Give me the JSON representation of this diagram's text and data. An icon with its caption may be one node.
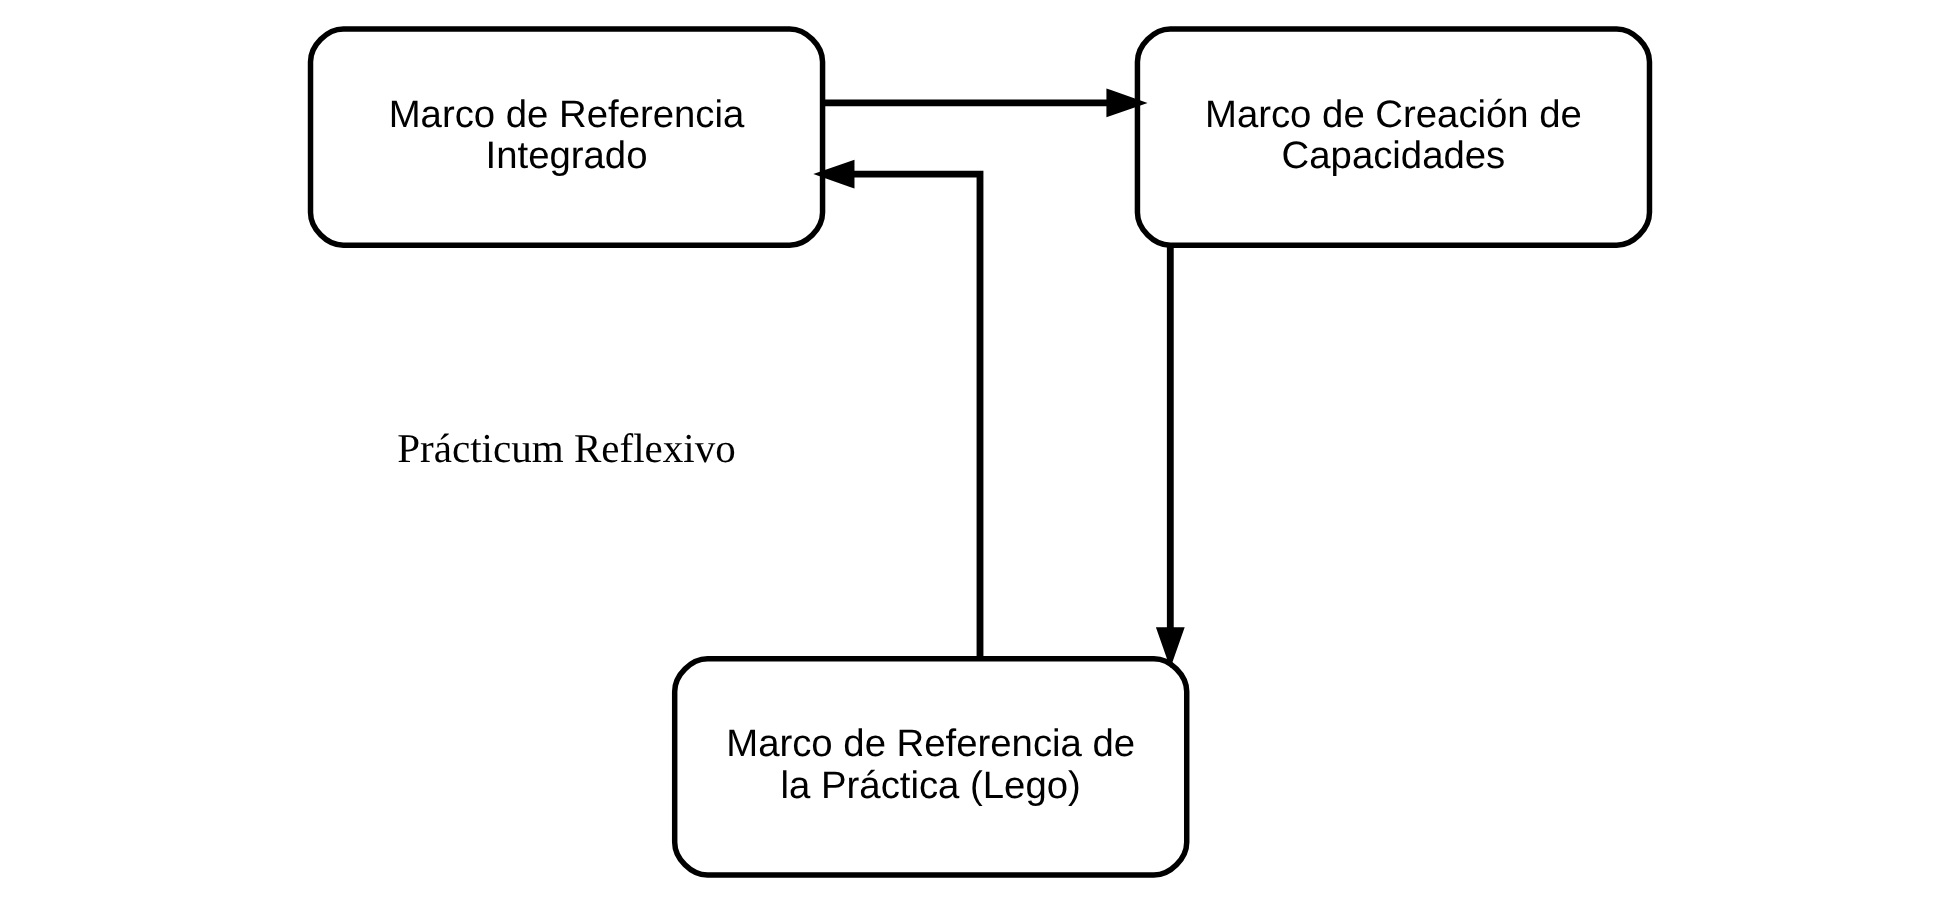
{
  "diagram": {
    "nodes": [
      {
        "text": [
          "Marco de Referencia Integrado"
        ]
      },
      {
        "text": [
          "Marco de Creación de Capacidades"
        ]
      },
      {
        "text": [
          "Marco de Referencia de la Práctica (Lego)"
        ]
      }
    ],
    "edges": [
      {
        "from": 0,
        "to": 1,
        "arrow": "to"
      },
      {
        "from": 1,
        "to": 2,
        "arrow": "to"
      },
      {
        "from": 2,
        "to": 0,
        "arrow": "to"
      }
    ],
    "labels": [
      "Prácticum Reflexivo"
    ]
  }
}
